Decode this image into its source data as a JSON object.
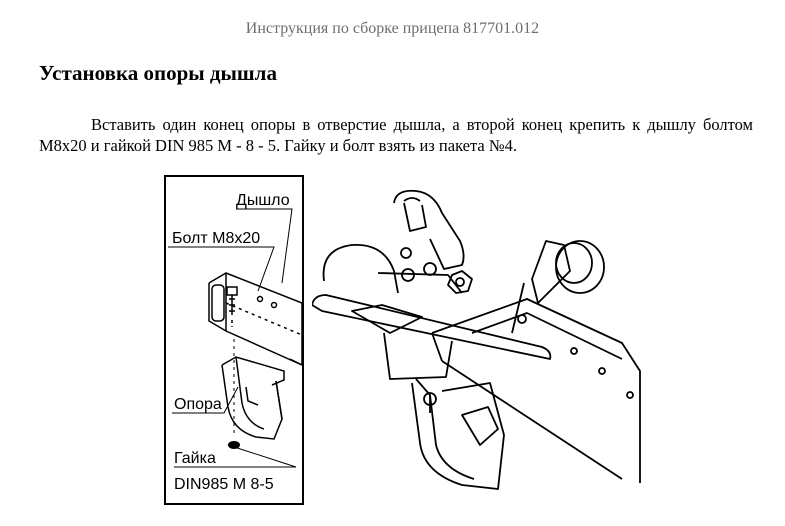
{
  "header": "Инструкция по сборке прицепа 817701.012",
  "title": "Установка опоры дышла",
  "paragraph": "Вставить один конец опоры в отверстие дышла, а второй конец крепить к дышлу болтом М8х20 и гайкой DIN 985 М - 8 - 5. Гайку и болт взять из пакета №4.",
  "inset_labels": {
    "drawbar": "Дышло",
    "bolt": "Болт М8х20",
    "support": "Опора",
    "nut": "Гайка",
    "nut_spec": "DIN985 M 8-5"
  }
}
